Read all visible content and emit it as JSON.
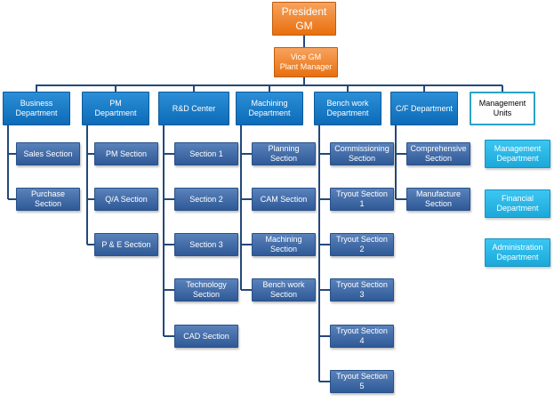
{
  "top": {
    "president": "President\nGM",
    "vice": "Vice GM\nPlant Manager"
  },
  "departments": [
    {
      "label": "Business\nDepartment",
      "style": "blue",
      "children": [
        "Sales Section",
        "Purchase Section"
      ]
    },
    {
      "label": "PM\nDepartment",
      "style": "blue",
      "children": [
        "PM Section",
        "Q/A Section",
        "P & E Section"
      ]
    },
    {
      "label": "R&D Center",
      "style": "blue",
      "children": [
        "Section 1",
        "Section 2",
        "Section 3",
        "Technology\nSection",
        "CAD Section"
      ]
    },
    {
      "label": "Machining\nDepartment",
      "style": "blue",
      "children": [
        "Planning Section",
        "CAM Section",
        "Machining\nSection",
        "Bench work\nSection"
      ]
    },
    {
      "label": "Bench work\nDepartment",
      "style": "blue",
      "children": [
        "Commissioning\nSection",
        "Tryout Section 1",
        "Tryout Section 2",
        "Tryout Section 3",
        "Tryout Section 4",
        "Tryout Section 5"
      ]
    },
    {
      "label": "C/F Department",
      "style": "blue",
      "children": [
        "Comprehensive\nSection",
        "Manufacture\nSection"
      ]
    },
    {
      "label": "Management\nUnits",
      "style": "white",
      "children": [
        "Management\nDepartment",
        "Financial\nDepartment",
        "Administration\nDepartment"
      ]
    }
  ]
}
